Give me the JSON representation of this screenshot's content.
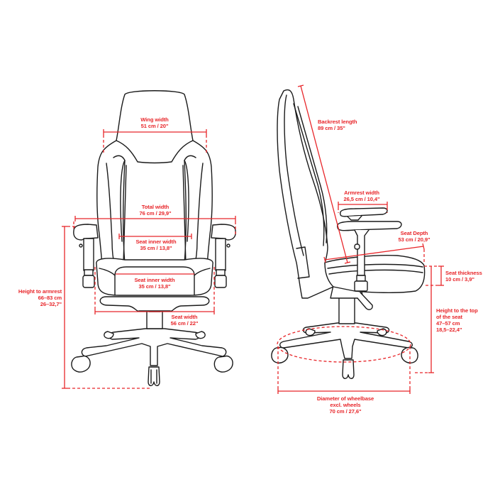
{
  "diagram": {
    "subject": "Gaming chair dimensions",
    "accent_color": "#e8262a",
    "line_color": "#1a1a1a",
    "views": [
      "front-view",
      "side-view"
    ]
  },
  "front_view": {
    "wing_width": {
      "title": "Wing width",
      "value": "51 cm / 20\""
    },
    "total_width": {
      "title": "Total width",
      "value": "76 cm / 29,9\""
    },
    "backrest_inner_width": {
      "title": "Seat inner width",
      "value": "35 cm / 13,8\""
    },
    "seat_inner_width": {
      "title": "Seat inner width",
      "value": "35 cm / 13,8\""
    },
    "seat_width": {
      "title": "Seat width",
      "value": "56 cm / 22\""
    },
    "height_to_armrest": {
      "title": "Height to armrest",
      "value_cm": "66–83 cm",
      "value_in": "26–32,7\""
    }
  },
  "side_view": {
    "backrest_length": {
      "title": "Backrest length",
      "value": "89 cm / 35\""
    },
    "armrest_width": {
      "title": "Armrest width",
      "value": "26,5 cm / 10,4\""
    },
    "seat_depth": {
      "title": "Seat Depth",
      "value": "53 cm / 20,9\""
    },
    "seat_thickness": {
      "title": "Seat thickness",
      "value": "10 cm / 3,9\""
    },
    "seat_height": {
      "title_line1": "Height to the top",
      "title_line2": "of the seat",
      "value_cm": "47–57 cm",
      "value_in": "18,5–22,4\""
    },
    "wheelbase_diameter": {
      "title_line1": "Diameter of wheelbase",
      "title_line2": "excl. wheels",
      "value": "70 cm / 27,6\""
    }
  }
}
